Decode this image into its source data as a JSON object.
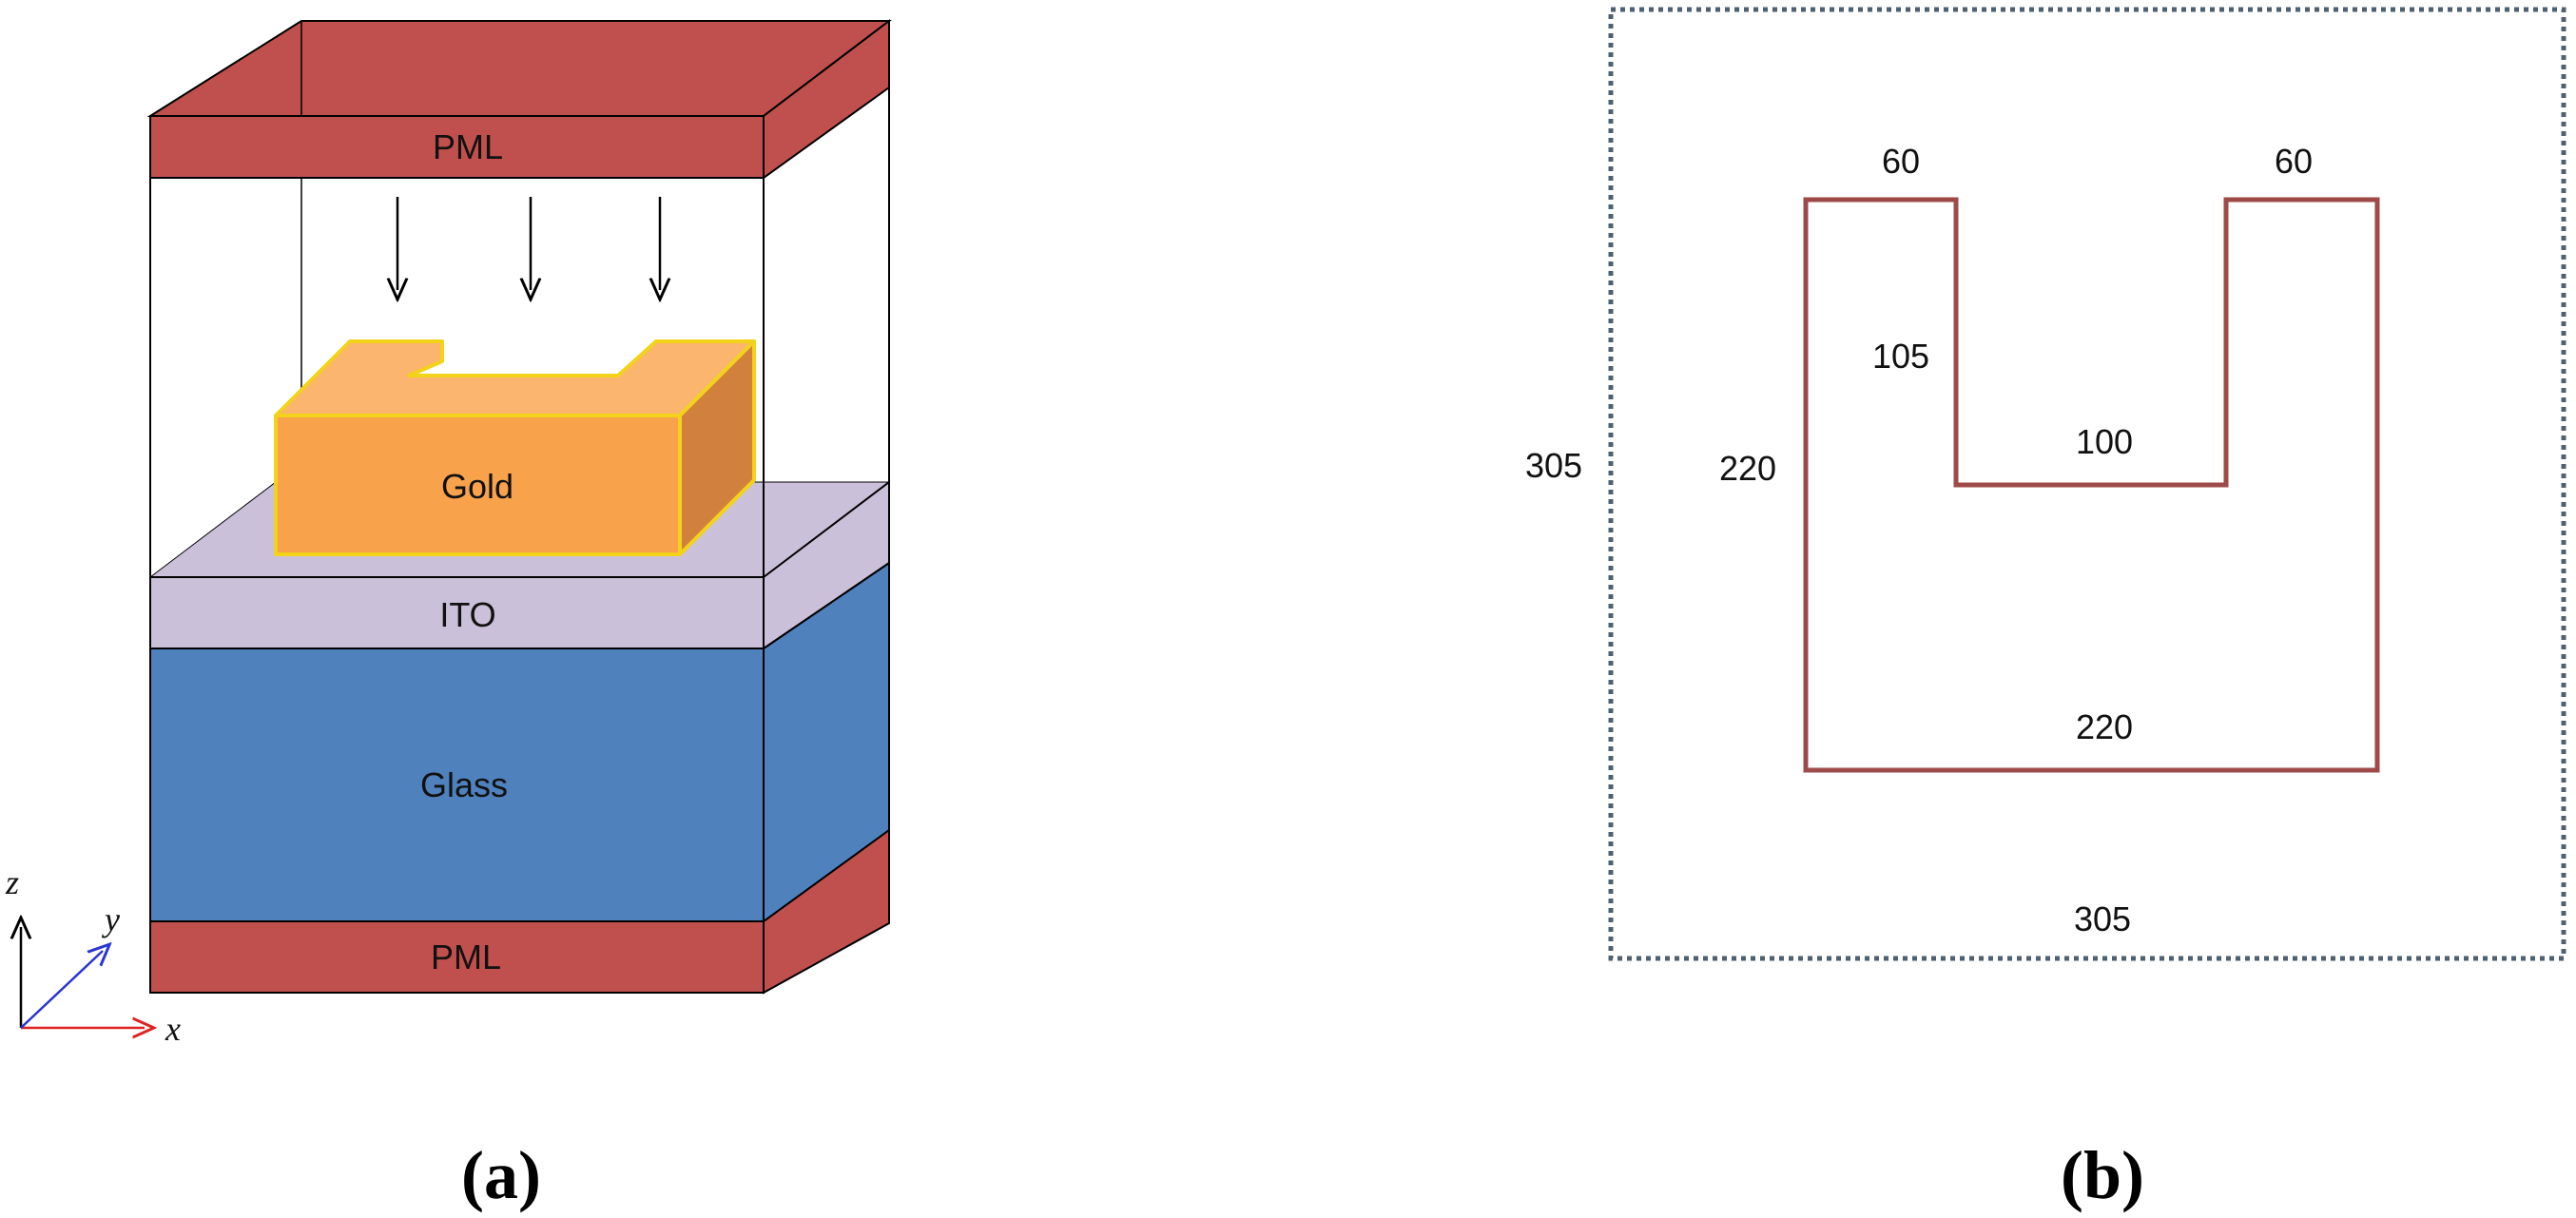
{
  "panel_a": {
    "caption": "(a)",
    "layers": {
      "pml_top": "PML",
      "gold": "Gold",
      "ito": "ITO",
      "glass": "Glass",
      "pml_bottom": "PML"
    },
    "axes": {
      "x": "x",
      "y": "y",
      "z": "z"
    }
  },
  "panel_b": {
    "caption": "(b)",
    "dimensions": {
      "left_arm_width": "60",
      "right_arm_width": "60",
      "notch_depth": "105",
      "notch_width": "100",
      "outer_height": "220",
      "outer_width": "220",
      "cell_height": "305",
      "cell_width": "305"
    }
  },
  "colors": {
    "pml": "#c0504d",
    "gold_front": "#f9a24c",
    "gold_top": "#fbb56e",
    "gold_side": "#d1813d",
    "gold_edge": "#f3d21a",
    "ito": "#cbc0d9",
    "glass": "#4f81bd",
    "outline": "#9e4a48",
    "cell_border": "#4f6070"
  }
}
